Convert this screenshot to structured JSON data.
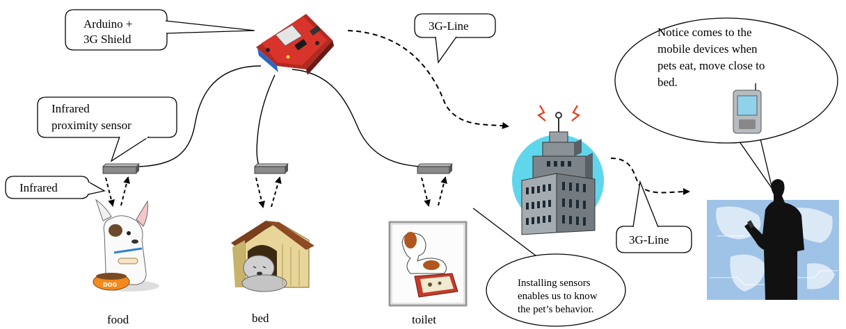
{
  "callouts": {
    "arduino_line1": "Arduino +",
    "arduino_line2": "3G Shield",
    "infrared_proximity_line1": "Infrared",
    "infrared_proximity_line2": "proximity sensor",
    "infrared": "Infrared",
    "threeg_line_top": "3G-Line",
    "threeg_line_bottom": "3G-Line",
    "notice_line1": "Notice   comes   to   the",
    "notice_line2": "mobile   devices   when",
    "notice_line3": "pets eat, move close to",
    "notice_line4": "bed.",
    "installing_line1": "Installing       sensors",
    "installing_line2": "enables  us  to  know",
    "installing_line3": "the pet’s behavior."
  },
  "labels": {
    "food": "food",
    "bed": "bed",
    "toilet": "toilet"
  },
  "icons": [
    "arduino-board-icon",
    "sensor-icon",
    "dog-food-icon",
    "dog-house-icon",
    "dog-toilet-icon",
    "building-tower-icon",
    "mobile-phone-icon",
    "businessman-silhouette-icon"
  ],
  "colors": {
    "board_red": "#d9342b",
    "tower_circle": "#5fd6ec",
    "building_gray": "#8a9298",
    "map_blue": "#9fc3e6"
  }
}
